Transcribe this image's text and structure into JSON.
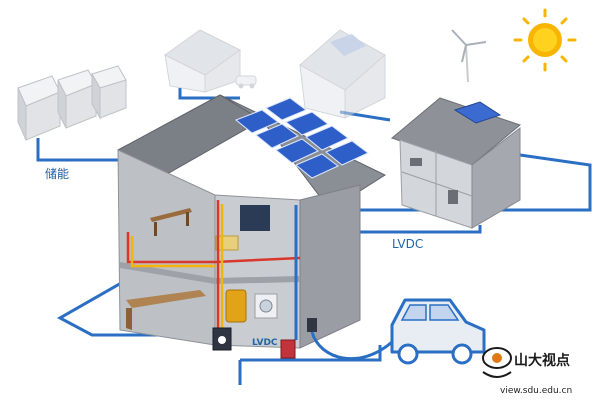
{
  "labels": {
    "storage": "储能",
    "lvdc_main": "LVDC",
    "lvdc_small": "LVDC"
  },
  "logo": {
    "name": "山大视点",
    "url": "view.sdu.edu.cn"
  },
  "colors": {
    "dc_line": "#2a6fc4",
    "roof": "#7b7f86",
    "wall_front": "#b9bcc1",
    "wall_side": "#8e9197",
    "panel": "#2e5fc9",
    "sun": "#f7b500",
    "wire_red": "#d9372b",
    "wire_yellow": "#f2b40d",
    "car": "#e8ecf3"
  },
  "icons": {
    "sun": "sun-icon",
    "wind": "wind-turbine-icon",
    "car": "electric-car-icon",
    "battery": "battery-storage-icon",
    "logo": "eye-logo-icon"
  }
}
